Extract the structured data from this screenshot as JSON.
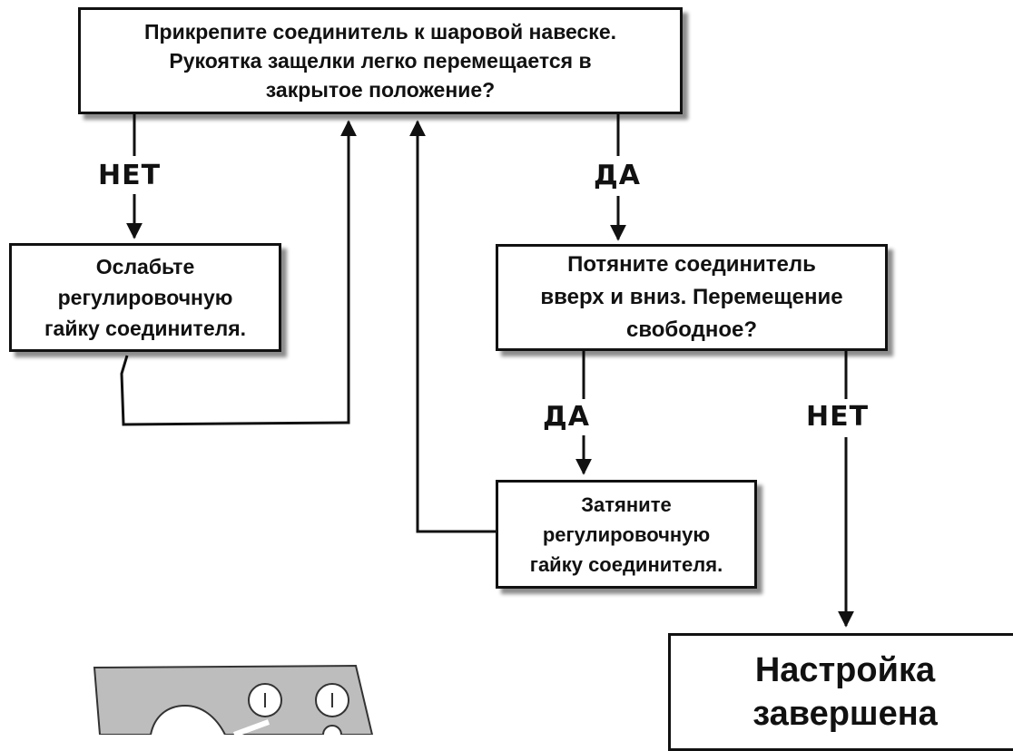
{
  "colors": {
    "line": "#111111",
    "box_fill": "#ffffff",
    "bracket_fill": "#bdbdbd"
  },
  "boxes": {
    "question_latch": "Прикрепите соединитель к шаровой навеске.\nРукоятка защелки легко перемещается в\nзакрытое положение?",
    "loosen_nut": "Ослабьте\nрегулировочную\nгайку соединителя.",
    "question_move": "Потяните соединитель\nвверх и вниз. Перемещение\nсвободное?",
    "tighten_nut": "Затяните\nрегулировочную\nгайку соединителя.",
    "done": "Настройка\nзавершена"
  },
  "labels": {
    "no_left": "НЕТ",
    "yes_top": "ДА",
    "yes_mid": "ДА",
    "no_right": "НЕТ"
  },
  "illustration": {
    "name": "latch-bracket-drawing"
  }
}
